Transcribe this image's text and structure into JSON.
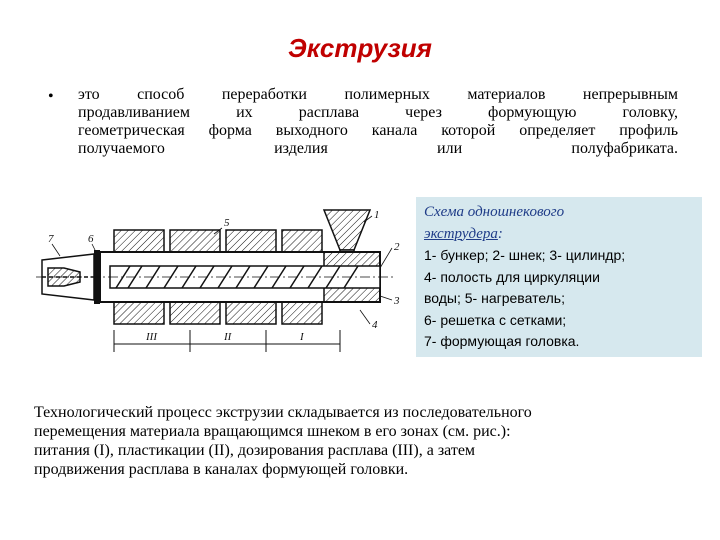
{
  "title": "Экструзия",
  "bullet": {
    "marker": "•",
    "lines": [
      "это способ переработки полимерных материалов непрерывным",
      "продавливанием их расплава через формующую головку,",
      "геометрическая форма выходного канала которой определяет профиль",
      "получаемого изделия или полуфабриката."
    ]
  },
  "legend": {
    "title_line1": "Схема одношнекового",
    "title_line2": "экструдера",
    "title_colon": ":",
    "items": [
      "1- бункер; 2- шнек; 3- цилиндр;",
      "4- полость для циркуляции",
      "воды; 5- нагреватель;",
      "6- решетка с сетками;",
      "7- формующая головка."
    ]
  },
  "diagram": {
    "labels": {
      "n1": "1",
      "n2": "2",
      "n3": "3",
      "n4": "4",
      "n5": "5",
      "n6": "6",
      "n7": "7"
    },
    "zones": {
      "z3": "III",
      "z2": "II",
      "z1": "I"
    }
  },
  "paragraph": {
    "lines": [
      "Технологический процесс экструзии складывается из последовательного",
      "перемещения материала вращающимся шнеком в его зонах (см. рис.):",
      "питания (I), пластикации (II), дозирования расплава (III), а затем",
      "продвижения расплава в каналах формующей головки."
    ]
  }
}
